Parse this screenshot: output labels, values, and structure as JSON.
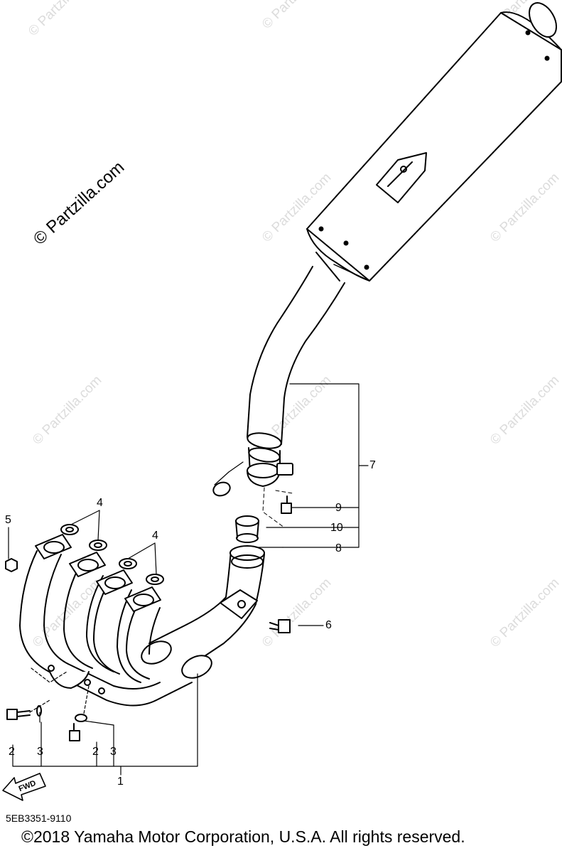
{
  "watermark": {
    "main": "© Partzilla.com",
    "repeat": "© Partzilla.com"
  },
  "callouts": {
    "c1": "1",
    "c2a": "2",
    "c2b": "2",
    "c3a": "3",
    "c3b": "3",
    "c4a": "4",
    "c4b": "4",
    "c5": "5",
    "c6": "6",
    "c7": "7",
    "c8": "8",
    "c9": "9",
    "c10": "10"
  },
  "fwd_label": "FWD",
  "diagram_code": "5EB3351-9110",
  "copyright": "©2018  Yamaha Motor Corporation, U.S.A. All rights reserved."
}
